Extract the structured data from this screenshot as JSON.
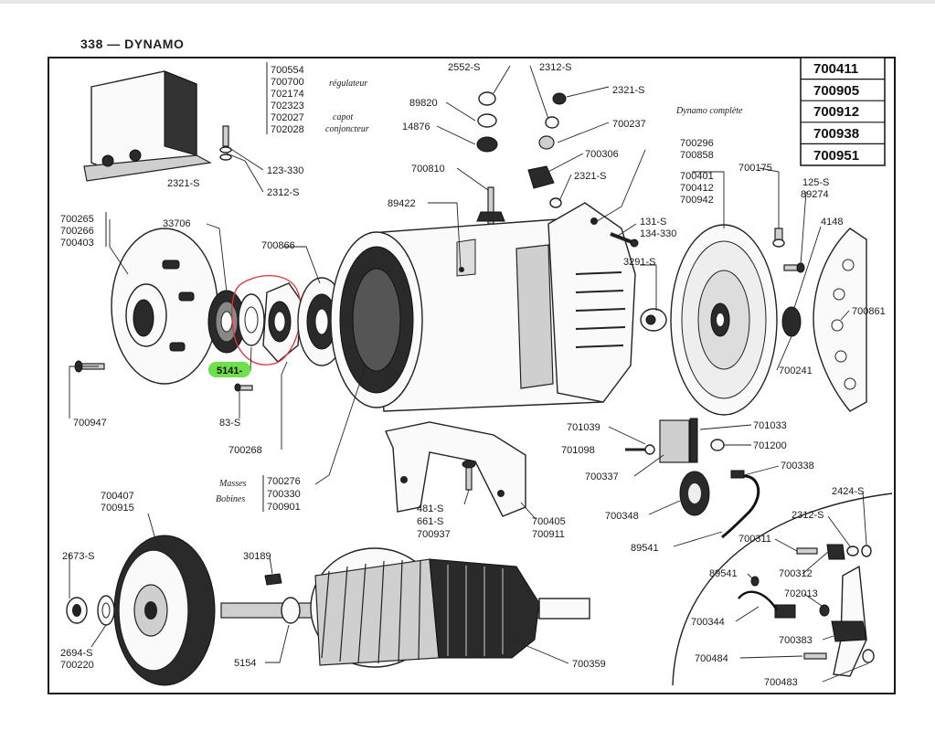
{
  "header": "338 — DYNAMO",
  "colors": {
    "highlight": "#6ee04a",
    "annotation_red": "#e03030"
  },
  "complete_box": {
    "caption": "Dynamo complète",
    "refs": [
      "700411",
      "700905",
      "700912",
      "700938",
      "700951"
    ]
  },
  "regulator": {
    "refs": [
      "700554",
      "700700",
      "702174",
      "702323",
      "702027",
      "702028"
    ],
    "caption_regulateur": "régulateur",
    "caption_capot": "capot",
    "caption_conjoncteur": "conjoncteur"
  },
  "labels": {
    "l_123_330": "123-330",
    "l_2321_reg": "2321-S",
    "l_2312_reg": "2312-S",
    "l_700265": "700265",
    "l_700266": "700266",
    "l_700403": "700403",
    "l_33706": "33706",
    "l_700866": "700866",
    "l_5141": "5141-",
    "l_700947": "700947",
    "l_83": "83-S",
    "l_700268": "700268",
    "masses": "Masses",
    "bobines": "Bobines",
    "l_700276": "700276",
    "l_700330": "700330",
    "l_700901": "700901",
    "l_2552": "2552-S",
    "l_89820": "89820",
    "l_14876": "14876",
    "l_2312_top": "2312-S",
    "l_2321_top": "2321-S",
    "l_700237": "700237",
    "l_700306": "700306",
    "l_700810": "700810",
    "l_2321_mid": "2321-S",
    "l_89422": "89422",
    "l_700296": "700296",
    "l_700858": "700858",
    "l_700401": "700401",
    "l_700412": "700412",
    "l_700942": "700942",
    "l_700175": "700175",
    "l_125": "125-S",
    "l_89274": "89274",
    "l_4148": "4148",
    "l_131": "131-S",
    "l_134_330": "134-330",
    "l_3291": "3291-S",
    "l_700861": "700861",
    "l_700241": "700241",
    "l_701039": "701039",
    "l_701033": "701033",
    "l_701098": "701098",
    "l_701200": "701200",
    "l_700337": "700337",
    "l_700338": "700338",
    "l_481": "481-S",
    "l_661": "661-S",
    "l_700937": "700937",
    "l_700405": "700405",
    "l_700911": "700911",
    "l_700348": "700348",
    "l_89541_a": "89541",
    "l_2424": "2424-S",
    "l_2312_br": "2312-S",
    "l_700311": "700311",
    "l_700312": "700312",
    "l_89541_b": "89541",
    "l_702013": "702013",
    "l_700344": "700344",
    "l_700383": "700383",
    "l_700484": "700484",
    "l_700483": "700483",
    "l_700407": "700407",
    "l_700915": "700915",
    "l_2673": "2673-S",
    "l_30189": "30189",
    "l_2694": "2694-S",
    "l_700220": "700220",
    "l_5154": "5154",
    "l_700359": "700359"
  }
}
